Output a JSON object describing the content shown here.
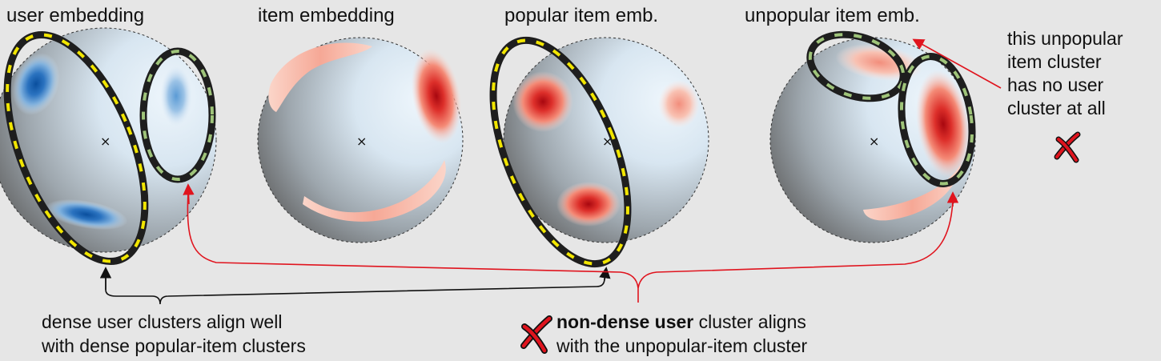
{
  "titles": {
    "user": "user embedding",
    "item": "item embedding",
    "popular": "popular item emb.",
    "unpopular": "unpopular item emb."
  },
  "center_mark": "×",
  "annotations": {
    "no_user_cluster": [
      "this unpopular",
      "item cluster",
      "has no user",
      "cluster at all"
    ],
    "dense_align": [
      "dense user clusters align well",
      "with dense popular-item clusters"
    ],
    "nondense_align": {
      "bold": "non-dense user",
      "line1_rest": " cluster aligns",
      "line2": "with the unpopular-item cluster"
    }
  },
  "colors": {
    "background": "#e6e6e6",
    "sphere_light": "#eaf3fb",
    "sphere_dark": "#6f6f6f",
    "user_cluster": "#0a4f9e",
    "item_cluster": "#b30d14",
    "ellipse_band": "#1e1e1e",
    "dense_dash": "#f2e600",
    "sparse_dash": "#9fc47a",
    "arrow_red": "#e0141e",
    "arrow_black": "#111111",
    "cross_red": "#e0141e"
  },
  "icons": [
    "cross-mark-icon",
    "arrow-icon"
  ]
}
